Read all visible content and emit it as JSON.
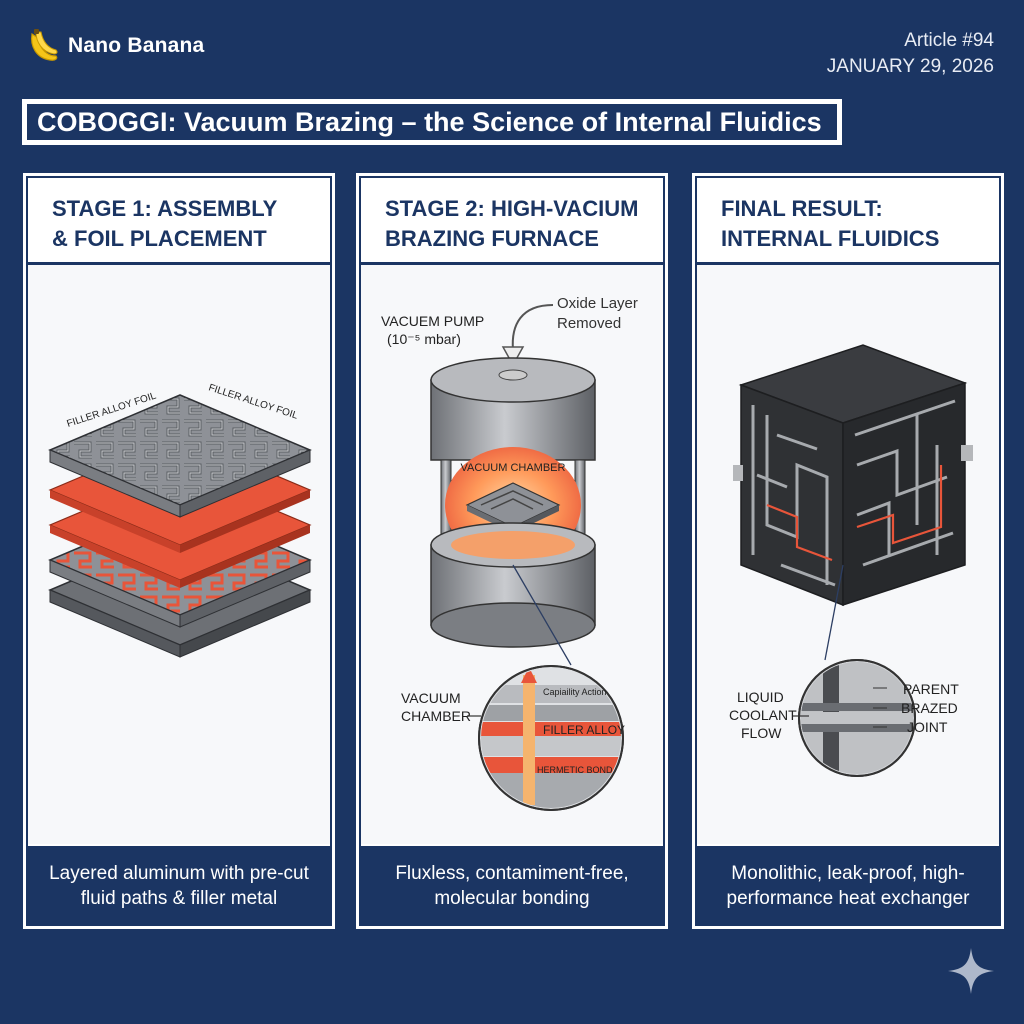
{
  "brand": {
    "name": "Nano Banana",
    "icon": "banana-icon"
  },
  "article": {
    "number": "Article #94",
    "date": "JANUARY 29, 2026"
  },
  "title": "COBOGGI: Vacuum Brazing – the Science of Internal Fluidics",
  "panels": [
    {
      "heading_line1": "STAGE 1: ASSEMBLY",
      "heading_line2": "& FOIL PLACEMENT",
      "labels": {
        "foil_left": "FILLER ALLOY FOIL",
        "foil_right": "FILLER ALLOY FOIL"
      },
      "caption_line1": "Layered aluminum with pre-cut",
      "caption_line2": "fluid paths & filler metal"
    },
    {
      "heading_line1": "STAGE 2: HIGH-VACIUM",
      "heading_line2": "BRAZING FURNACE",
      "labels": {
        "pump_line1": "VACUEM PUMP",
        "pump_line2": "(10⁻⁵ mbar)",
        "oxide_line1": "Oxide Layer",
        "oxide_line2": "Removed",
        "chamber_inner": "VACUUM CHAMBER",
        "chamber_line1": "VACUUM",
        "chamber_line2": "CHAMBER",
        "capillary": "Capiaility Action",
        "filler": "FILLER ALLOY",
        "hermetic": "HERMETIC BOND"
      },
      "caption_line1": "Fluxless, contamiment-free,",
      "caption_line2": "molecular bonding"
    },
    {
      "heading_line1": "FINAL RESULT:",
      "heading_line2": "INTERNAL FLUIDICS",
      "labels": {
        "liquid_line1": "LIQUID",
        "liquid_line2": "COOLANT",
        "liquid_line3": "FLOW",
        "parent": "PARENT",
        "brazed": "BRAZED",
        "joint": "JOINT"
      },
      "caption_line1": "Monolithic, leak-proof, high-",
      "caption_line2": "performance heat exchanger"
    }
  ],
  "colors": {
    "navy": "#1b3563",
    "accent_red": "#e8553a",
    "metal": "#9a9da3"
  }
}
